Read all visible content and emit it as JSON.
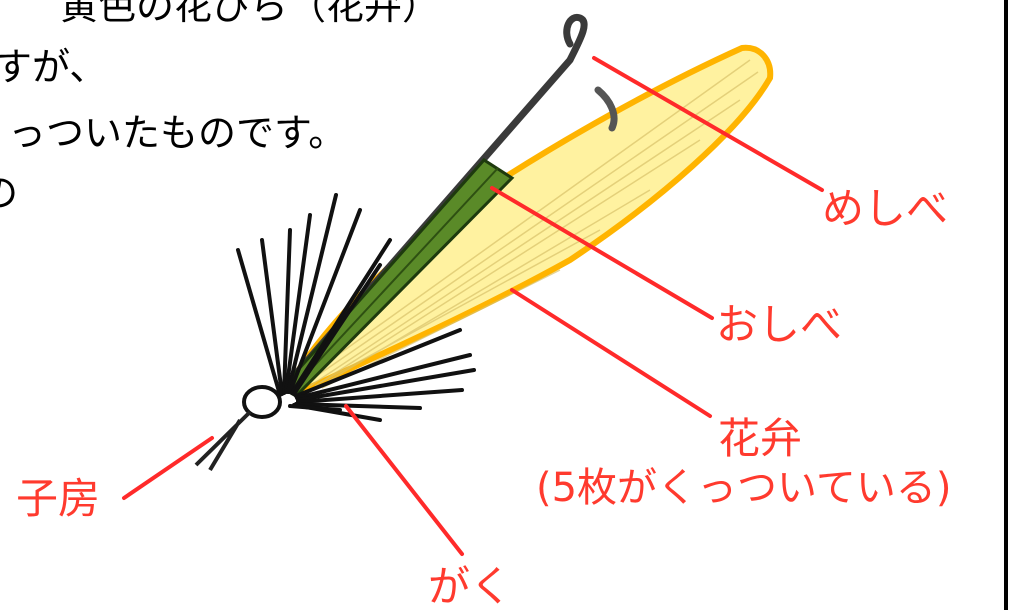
{
  "text": {
    "line1": "黄色の花びら（花弁）",
    "line2": "すが、",
    "line3": "っついたものです。",
    "line4": "の"
  },
  "labels": {
    "pistil": "めしべ",
    "stamen": "おしべ",
    "petal": "花弁",
    "petal_note": "(5枚がくっついている)",
    "ovary": "子房",
    "calyx": "がく"
  },
  "colors": {
    "label": "#ff3a2e",
    "leader": "#ff2a2a",
    "petal_fill": "#fff2a0",
    "petal_stroke": "#ffb400",
    "stamen_fill": "#5a8a28",
    "pistil": "#4a4a4a",
    "sepal": "#111111"
  }
}
